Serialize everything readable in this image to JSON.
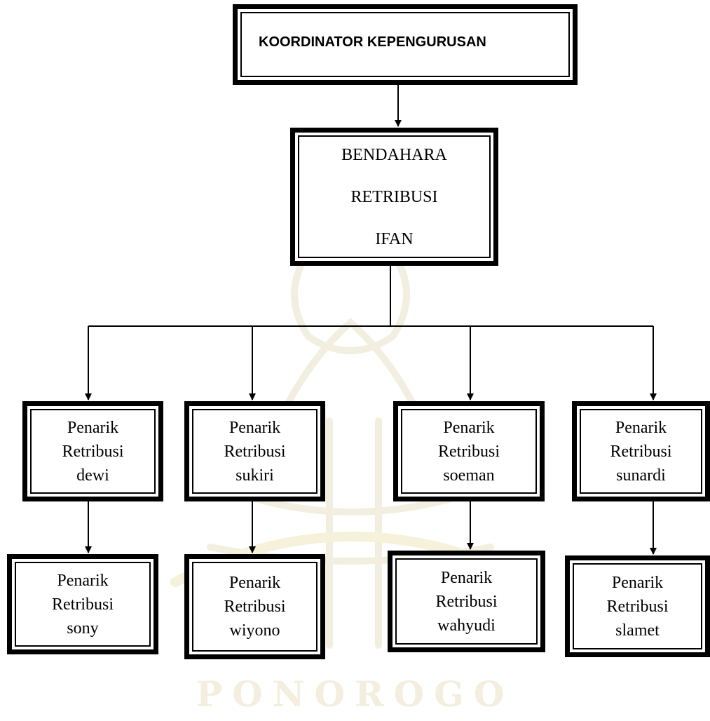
{
  "coordinator": {
    "title": "KOORDINATOR KEPENGURUSAN"
  },
  "treasurer": {
    "lines": [
      "BENDAHARA",
      "RETRIBUSI",
      "IFAN"
    ]
  },
  "collectors": [
    {
      "lines": [
        "Penarik",
        "Retribusi",
        "dewi"
      ]
    },
    {
      "lines": [
        "Penarik",
        "Retribusi",
        "sukiri"
      ]
    },
    {
      "lines": [
        "Penarik",
        "Retribusi",
        "soeman"
      ]
    },
    {
      "lines": [
        "Penarik",
        "Retribusi",
        "sunardi"
      ]
    }
  ],
  "sub_collectors": [
    {
      "lines": [
        "Penarik",
        "Retribusi",
        "sony"
      ]
    },
    {
      "lines": [
        "Penarik",
        "Retribusi",
        "wiyono"
      ]
    },
    {
      "lines": [
        "Penarik",
        "Retribusi",
        "wahyudi"
      ]
    },
    {
      "lines": [
        "Penarik",
        "Retribusi",
        "slamet"
      ]
    }
  ],
  "watermark": {
    "text": "PONOROGO",
    "color": "#f3eedd",
    "accent": "#f6f1da"
  }
}
